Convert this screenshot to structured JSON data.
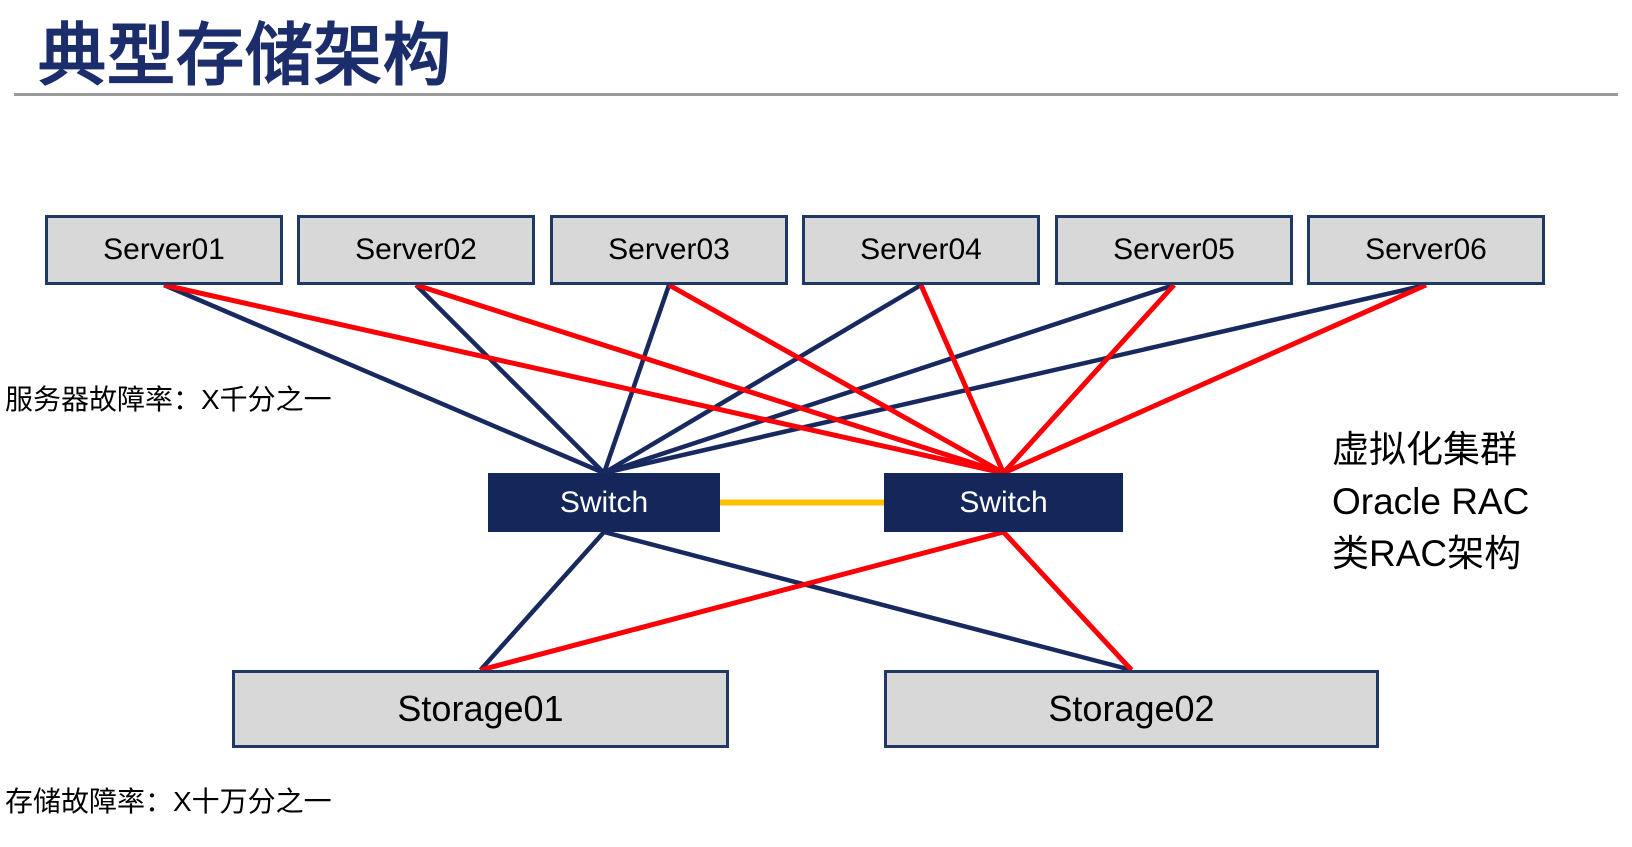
{
  "title": "典型存储架构",
  "labels": {
    "server_failure": "服务器故障率：X千分之一",
    "storage_failure": "存储故障率：X十万分之一",
    "annotation": [
      "虚拟化集群",
      "Oracle RAC",
      "类RAC架构"
    ]
  },
  "nodes": {
    "server01": {
      "label": "Server01",
      "type": "server"
    },
    "server02": {
      "label": "Server02",
      "type": "server"
    },
    "server03": {
      "label": "Server03",
      "type": "server"
    },
    "server04": {
      "label": "Server04",
      "type": "server"
    },
    "server05": {
      "label": "Server05",
      "type": "server"
    },
    "server06": {
      "label": "Server06",
      "type": "server"
    },
    "switch1": {
      "label": "Switch",
      "type": "switch"
    },
    "switch2": {
      "label": "Switch",
      "type": "switch"
    },
    "storage01": {
      "label": "Storage01",
      "type": "storage"
    },
    "storage02": {
      "label": "Storage02",
      "type": "storage"
    }
  },
  "edges": [
    {
      "from": "server01",
      "to": "switch1",
      "color": "navy"
    },
    {
      "from": "server02",
      "to": "switch1",
      "color": "navy"
    },
    {
      "from": "server03",
      "to": "switch1",
      "color": "navy"
    },
    {
      "from": "server04",
      "to": "switch1",
      "color": "navy"
    },
    {
      "from": "server05",
      "to": "switch1",
      "color": "navy"
    },
    {
      "from": "server06",
      "to": "switch1",
      "color": "navy"
    },
    {
      "from": "server01",
      "to": "switch2",
      "color": "red"
    },
    {
      "from": "server02",
      "to": "switch2",
      "color": "red"
    },
    {
      "from": "server03",
      "to": "switch2",
      "color": "red"
    },
    {
      "from": "server04",
      "to": "switch2",
      "color": "red"
    },
    {
      "from": "server05",
      "to": "switch2",
      "color": "red"
    },
    {
      "from": "server06",
      "to": "switch2",
      "color": "red"
    },
    {
      "from": "switch1",
      "to": "storage01",
      "color": "navy"
    },
    {
      "from": "switch1",
      "to": "storage02",
      "color": "navy"
    },
    {
      "from": "switch2",
      "to": "storage01",
      "color": "red"
    },
    {
      "from": "switch2",
      "to": "storage02",
      "color": "red"
    },
    {
      "from": "switch1",
      "to": "switch2",
      "color": "orange",
      "anchor": "side"
    }
  ],
  "colors": {
    "navy": "#17295E",
    "red": "#FB0006",
    "orange": "#FFC000",
    "title": "#1B2D6B",
    "box_fill": "#D8D8D8",
    "box_border": "#1F3864",
    "switch_fill": "#14265A",
    "divider": "#9A9A9A"
  }
}
